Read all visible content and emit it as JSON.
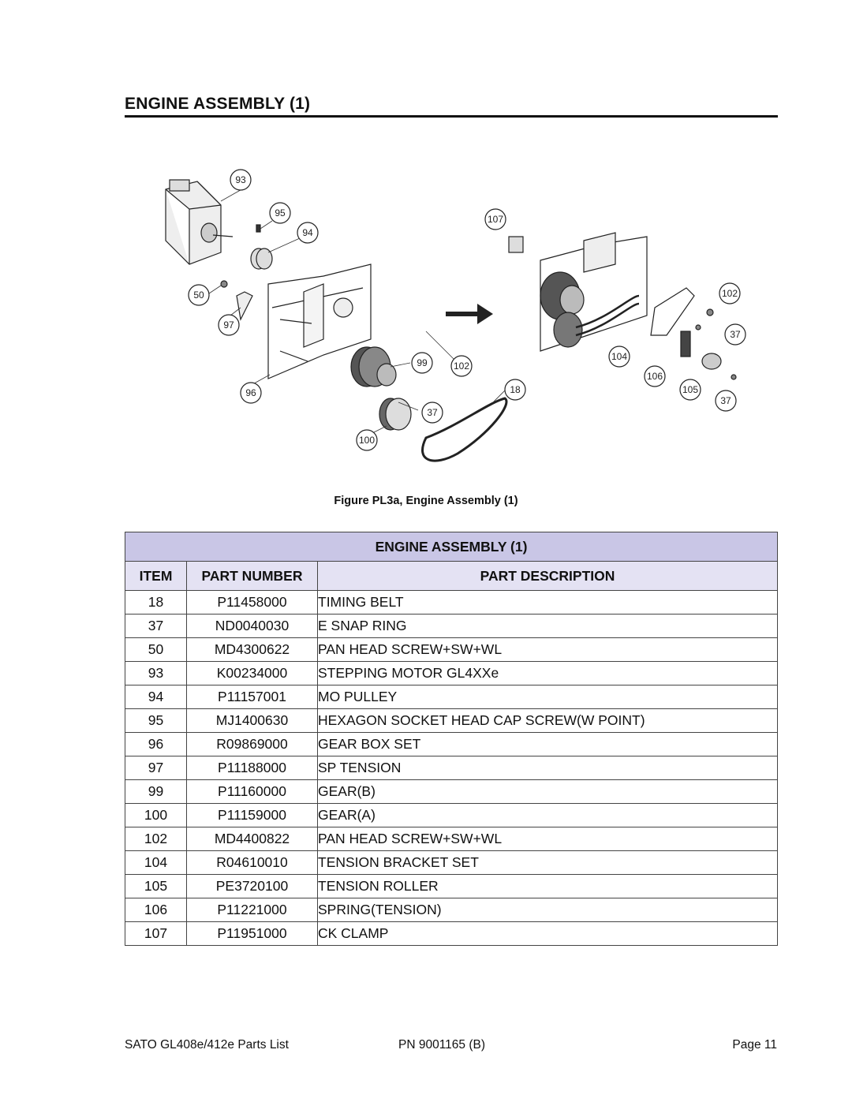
{
  "heading": "ENGINE ASSEMBLY (1)",
  "figure": {
    "caption": "Figure PL3a, Engine Assembly (1)",
    "callouts": [
      "93",
      "95",
      "94",
      "50",
      "97",
      "96",
      "99",
      "102",
      "37",
      "100",
      "18",
      "107",
      "102",
      "37",
      "104",
      "106",
      "105",
      "37"
    ]
  },
  "table": {
    "title": "ENGINE ASSEMBLY (1)",
    "headers": {
      "item": "ITEM",
      "part_number": "PART NUMBER",
      "description": "PART DESCRIPTION"
    },
    "rows": [
      {
        "item": "18",
        "part_number": "P11458000",
        "description": "TIMING BELT"
      },
      {
        "item": "37",
        "part_number": "ND0040030",
        "description": "E SNAP RING"
      },
      {
        "item": "50",
        "part_number": "MD4300622",
        "description": "PAN HEAD SCREW+SW+WL"
      },
      {
        "item": "93",
        "part_number": "K00234000",
        "description": "STEPPING MOTOR GL4XXe"
      },
      {
        "item": "94",
        "part_number": "P11157001",
        "description": "MO PULLEY"
      },
      {
        "item": "95",
        "part_number": "MJ1400630",
        "description": "HEXAGON SOCKET HEAD CAP SCREW(W POINT)"
      },
      {
        "item": "96",
        "part_number": "R09869000",
        "description": "GEAR BOX SET"
      },
      {
        "item": "97",
        "part_number": "P11188000",
        "description": "SP TENSION"
      },
      {
        "item": "99",
        "part_number": "P11160000",
        "description": "GEAR(B)"
      },
      {
        "item": "100",
        "part_number": "P11159000",
        "description": "GEAR(A)"
      },
      {
        "item": "102",
        "part_number": "MD4400822",
        "description": "PAN HEAD SCREW+SW+WL"
      },
      {
        "item": "104",
        "part_number": "R04610010",
        "description": "TENSION BRACKET SET"
      },
      {
        "item": "105",
        "part_number": "PE3720100",
        "description": "TENSION ROLLER"
      },
      {
        "item": "106",
        "part_number": "P11221000",
        "description": "SPRING(TENSION)"
      },
      {
        "item": "107",
        "part_number": "P11951000",
        "description": "CK CLAMP"
      }
    ]
  },
  "footer": {
    "left": "SATO GL408e/412e Parts List",
    "center": "PN  9001165 (B)",
    "right": "Page 11"
  }
}
